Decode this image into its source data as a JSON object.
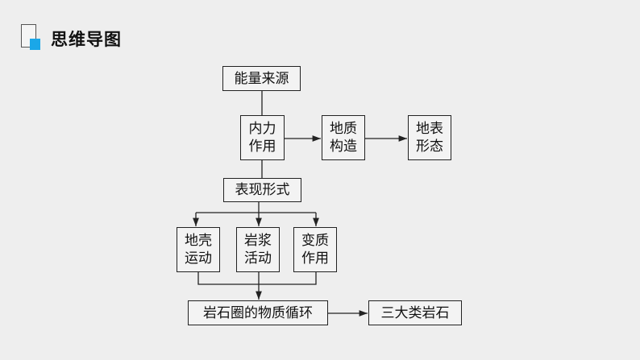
{
  "header": {
    "title": "思维导图",
    "accent_color": "#1aa7e8"
  },
  "diagram": {
    "energy_source": "能量来源",
    "internal_force": "内力作用",
    "geologic_structure": "地质构造",
    "landform": "地表形态",
    "manifestation": "表现形式",
    "crustal_movement": "地壳运动",
    "magmatic_activity": "岩浆活动",
    "metamorphism": "变质作用",
    "rock_cycle": "岩石圈的物质循环",
    "three_rock_types": "三大类岩石"
  }
}
